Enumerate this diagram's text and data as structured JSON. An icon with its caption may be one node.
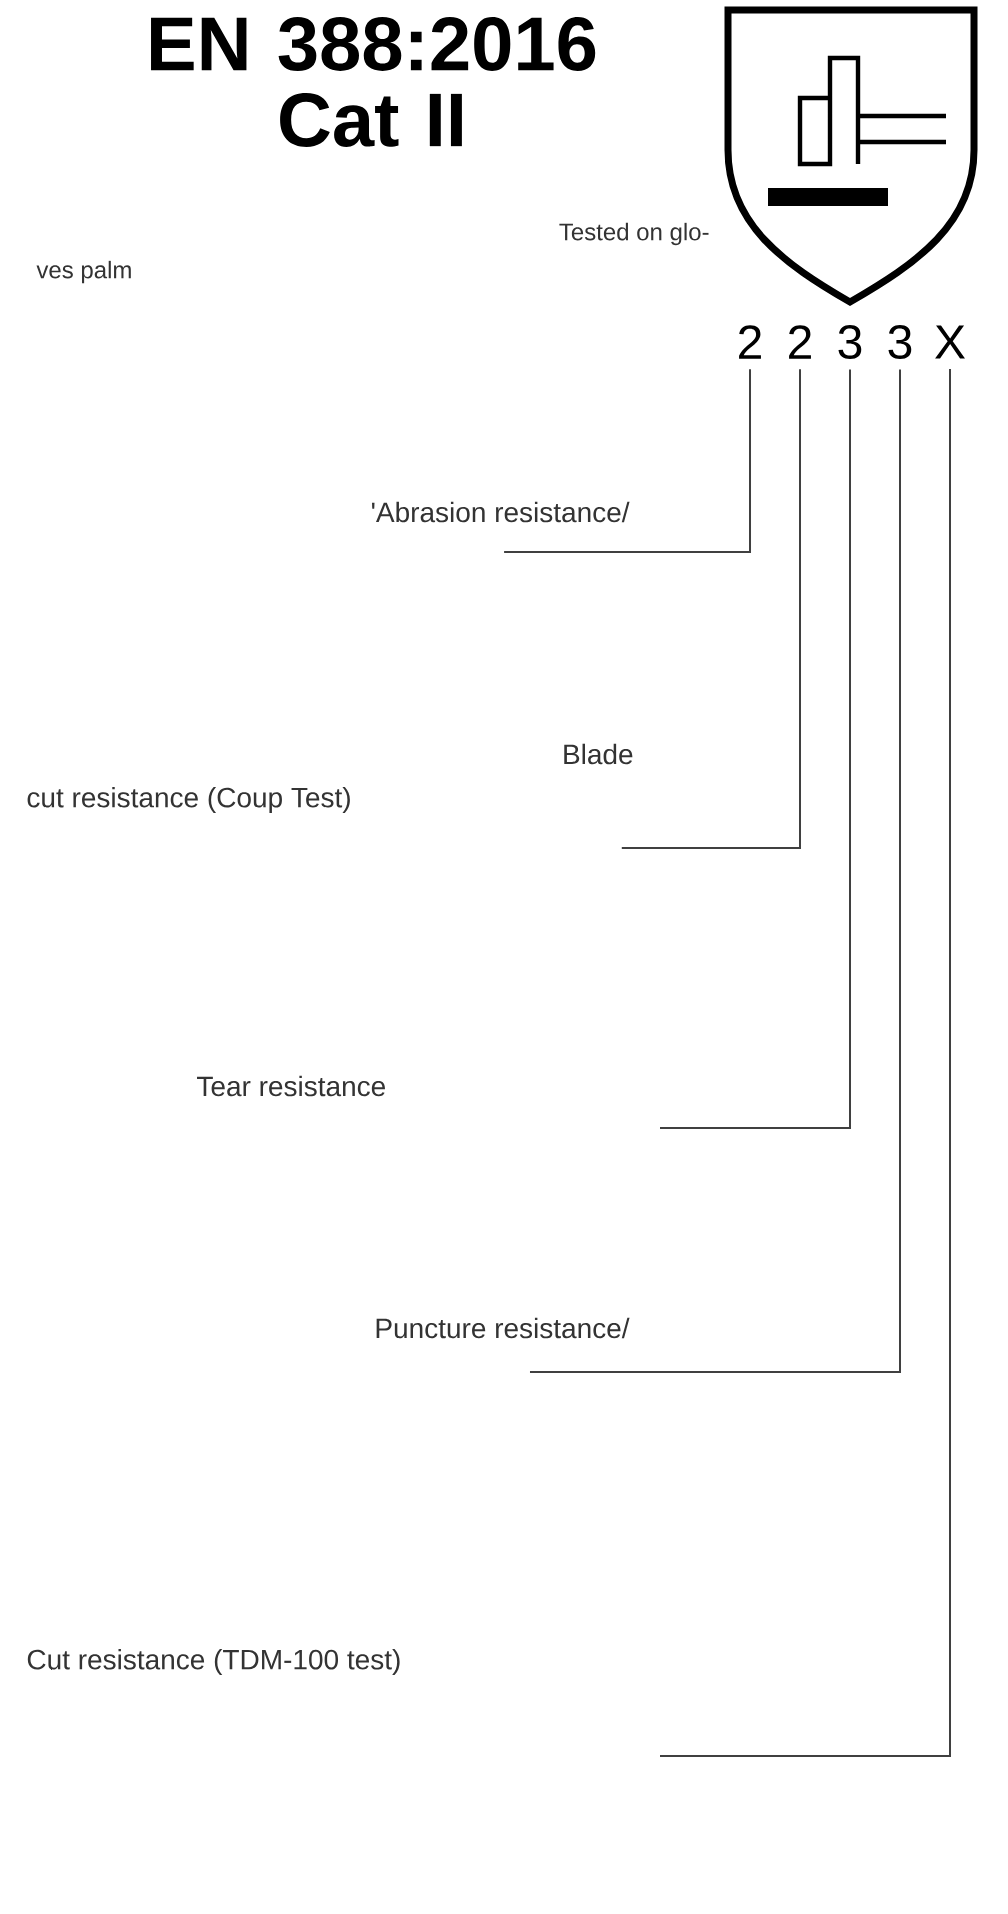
{
  "diagram": {
    "title": "EN 388:2016 Cat II",
    "nodes": [
      {
        "text": [
          "2"
        ]
      },
      {
        "text": [
          "2"
        ]
      },
      {
        "text": [
          "3"
        ]
      },
      {
        "text": [
          "3"
        ]
      },
      {
        "text": [
          "X"
        ]
      },
      {
        "text": [
          "'Abrasion resistance/"
        ]
      },
      {
        "text": [
          "Blade"
        ]
      },
      {
        "text": [
          "cut resistance (Coup Test)"
        ]
      },
      {
        "text": [
          "Tear resistance"
        ]
      },
      {
        "text": [
          "Puncture resistance/"
        ]
      },
      {
        "text": [
          "Cut resistance (TDM-100 test)"
        ]
      }
    ],
    "edges": [
      {
        "from": 5,
        "to": 0,
        "arrow": "none"
      },
      {
        "from": 6,
        "to": 1,
        "arrow": "none"
      },
      {
        "from": null,
        "to": 2,
        "arrow": "none"
      },
      {
        "from": 9,
        "to": 3,
        "arrow": "none"
      },
      {
        "from": null,
        "to": 4,
        "arrow": "none"
      }
    ],
    "labels": [
      "Tested on glo-",
      "ves palm"
    ]
  }
}
